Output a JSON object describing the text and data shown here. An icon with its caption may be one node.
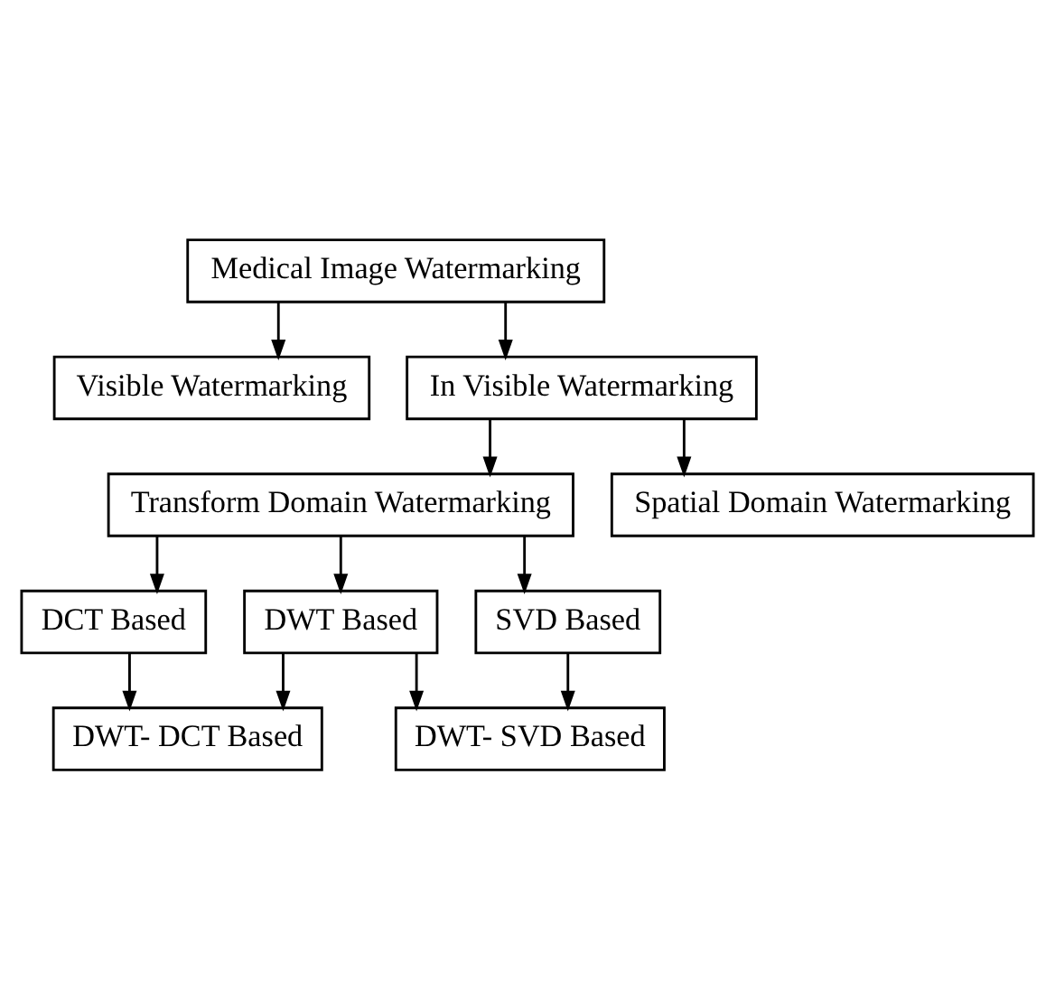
{
  "diagram": {
    "nodes": [
      {
        "text": [
          "Medical Image Watermarking"
        ]
      },
      {
        "text": [
          "Visible Watermarking"
        ]
      },
      {
        "text": [
          "In Visible Watermarking"
        ]
      },
      {
        "text": [
          "Transform Domain Watermarking"
        ]
      },
      {
        "text": [
          "Spatial Domain Watermarking"
        ]
      },
      {
        "text": [
          "DCT Based"
        ]
      },
      {
        "text": [
          "DWT Based"
        ]
      },
      {
        "text": [
          "SVD Based"
        ]
      },
      {
        "text": [
          "DWT- DCT Based"
        ]
      },
      {
        "text": [
          "DWT- SVD Based"
        ]
      }
    ],
    "edges": [
      {
        "from": 0,
        "to": 1,
        "arrow": "to"
      },
      {
        "from": 0,
        "to": 2,
        "arrow": "to"
      },
      {
        "from": 2,
        "to": 3,
        "arrow": "to"
      },
      {
        "from": 2,
        "to": 4,
        "arrow": "to"
      },
      {
        "from": 3,
        "to": 5,
        "arrow": "to"
      },
      {
        "from": 3,
        "to": 6,
        "arrow": "to"
      },
      {
        "from": 3,
        "to": 7,
        "arrow": "to"
      },
      {
        "from": 5,
        "to": 8,
        "arrow": "to"
      },
      {
        "from": 6,
        "to": 8,
        "arrow": "to"
      },
      {
        "from": 6,
        "to": 9,
        "arrow": "to"
      },
      {
        "from": 7,
        "to": 9,
        "arrow": "to"
      }
    ]
  }
}
